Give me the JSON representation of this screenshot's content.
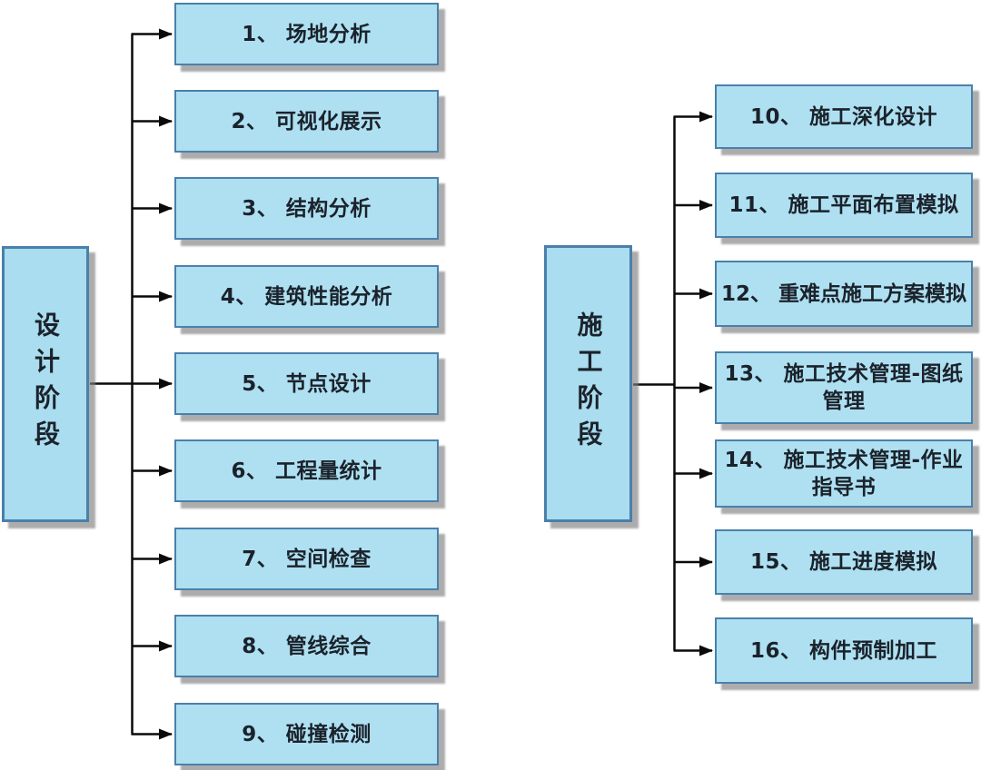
{
  "colors": {
    "background": "#ffffff",
    "box_fill": "#aee0f1",
    "box_border": "#4a80ab",
    "box_shadow": "#808080",
    "text": "#1b222b",
    "connector_line": "#0a0a0a"
  },
  "left": {
    "phase_label": "设计阶段",
    "items": [
      {
        "lines": [
          "1、 场地分析"
        ]
      },
      {
        "lines": [
          "2、 可视化展示"
        ]
      },
      {
        "lines": [
          "3、 结构分析"
        ]
      },
      {
        "lines": [
          "4、 建筑性能分析"
        ]
      },
      {
        "lines": [
          "5、 节点设计"
        ]
      },
      {
        "lines": [
          "6、 工程量统计"
        ]
      },
      {
        "lines": [
          "7、 空间检查"
        ]
      },
      {
        "lines": [
          "8、 管线综合"
        ]
      },
      {
        "lines": [
          "9、 碰撞检测"
        ]
      }
    ]
  },
  "right": {
    "phase_label": "施工阶段",
    "items": [
      {
        "lines": [
          "10、 施工深化设计"
        ]
      },
      {
        "lines": [
          "11、 施工平面布置模拟"
        ]
      },
      {
        "lines": [
          "12、 重难点施工方案模拟"
        ]
      },
      {
        "lines": [
          "13、 施工技术管理-图纸",
          "管理"
        ]
      },
      {
        "lines": [
          "14、 施工技术管理-作业",
          "指导书"
        ]
      },
      {
        "lines": [
          "15、 施工进度模拟"
        ]
      },
      {
        "lines": [
          "16、 构件预制加工"
        ]
      }
    ]
  }
}
